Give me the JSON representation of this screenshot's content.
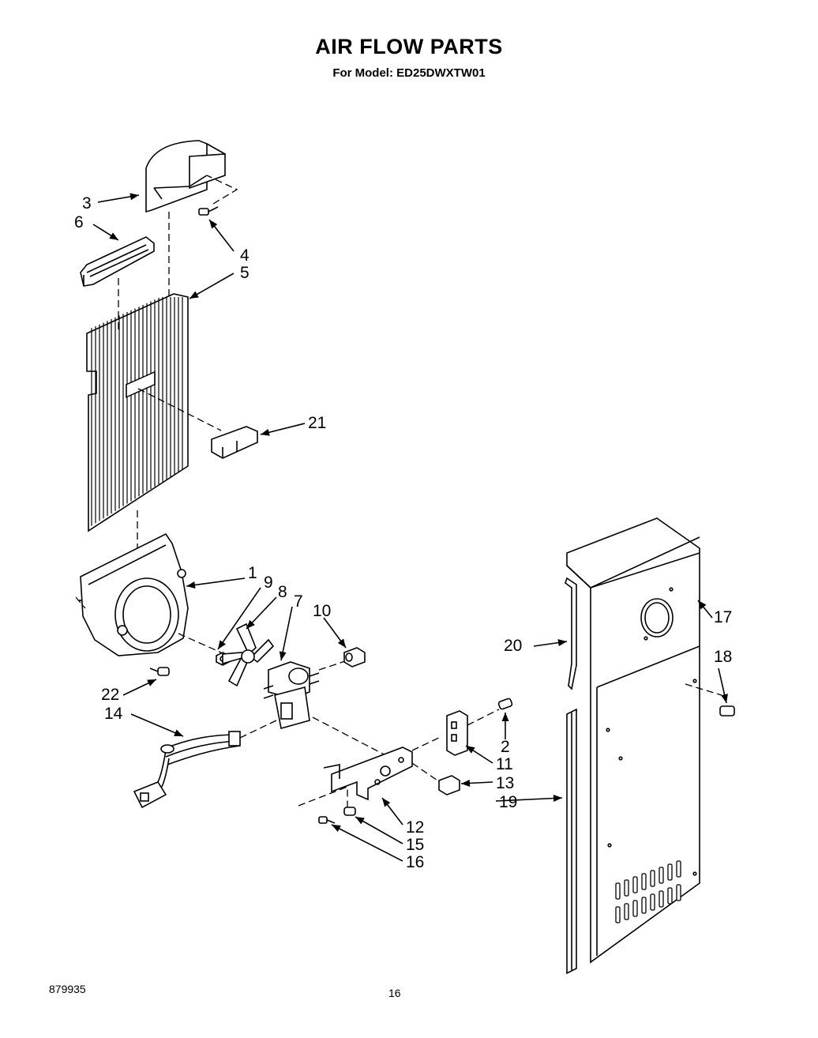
{
  "title": "AIR FLOW PARTS",
  "subtitle": "For Model: ED25DWXTW01",
  "footer": {
    "doc_number": "879935",
    "page_number": "16"
  },
  "callouts": {
    "c1": "1",
    "c2": "2",
    "c3": "3",
    "c4": "4",
    "c5": "5",
    "c6": "6",
    "c7": "7",
    "c8": "8",
    "c9": "9",
    "c10": "10",
    "c11": "11",
    "c12": "12",
    "c13": "13",
    "c14": "14",
    "c15": "15",
    "c16": "16",
    "c17": "17",
    "c18": "18",
    "c19": "19",
    "c20": "20",
    "c21": "21",
    "c22": "22"
  }
}
